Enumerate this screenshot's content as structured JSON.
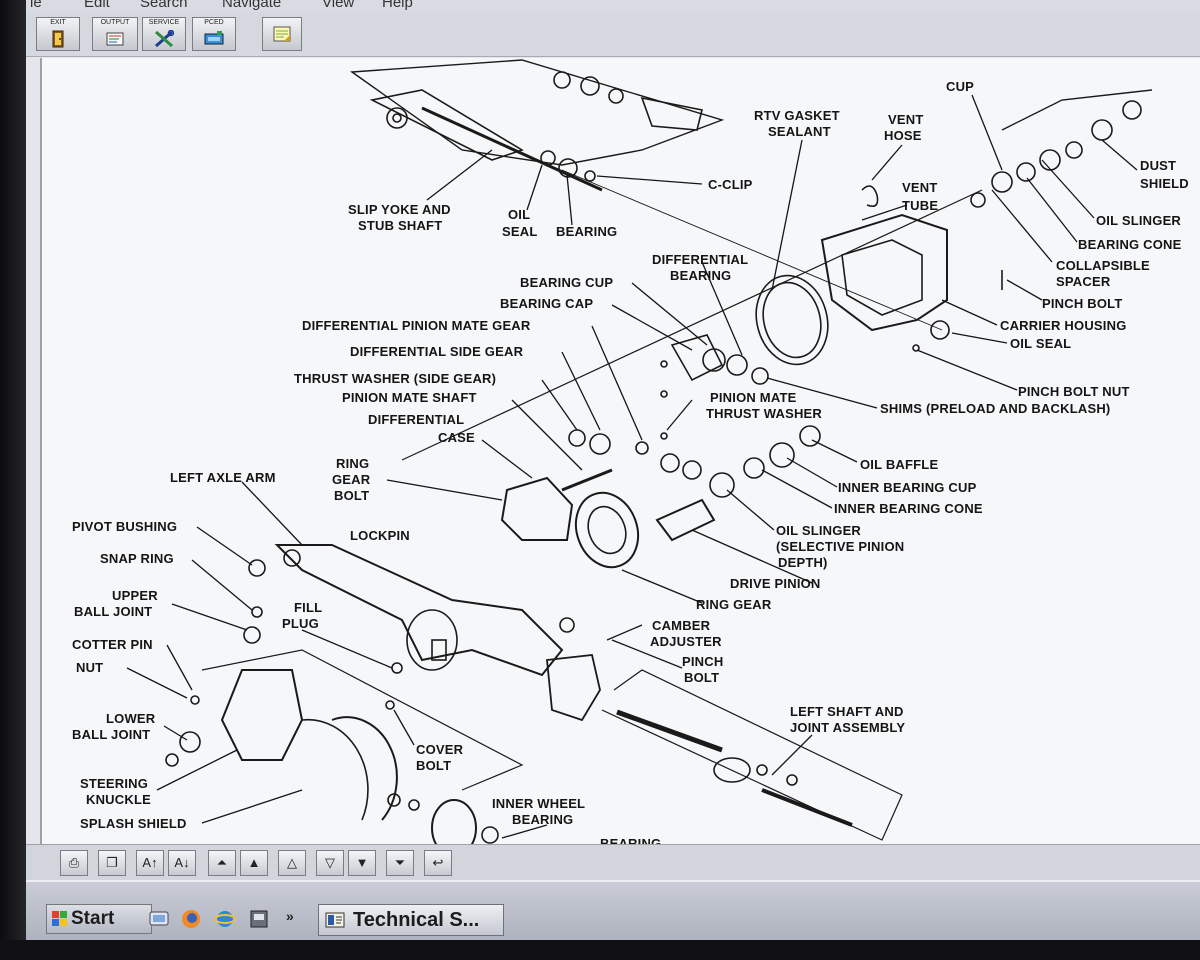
{
  "menubar": {
    "items": [
      "le",
      "Edit",
      "Search",
      "Navigate",
      "View",
      "Help"
    ]
  },
  "toolbar": {
    "buttons": [
      {
        "label": "EXIT",
        "icon": "exit-door-icon"
      },
      {
        "label": "OUTPUT",
        "icon": "output-icon"
      },
      {
        "label": "SERVICE",
        "icon": "service-tools-icon"
      },
      {
        "label": "PCED",
        "icon": "pced-icon"
      },
      {
        "label": "",
        "icon": "notes-icon"
      }
    ]
  },
  "diagram": {
    "labels": {
      "rtv_gasket_sealant": [
        "RTV GASKET",
        "SEALANT"
      ],
      "vent_hose": [
        "VENT",
        "HOSE"
      ],
      "vent_tube": [
        "VENT",
        "TUBE"
      ],
      "cup": "CUP",
      "dust_shield": [
        "DUST",
        "SHIELD"
      ],
      "oil_slinger_top": "OIL SLINGER",
      "bearing_cone_top": "BEARING CONE",
      "collapsible_spacer": [
        "COLLAPSIBLE",
        "SPACER"
      ],
      "pinch_bolt_top": "PINCH BOLT",
      "carrier_housing": "CARRIER HOUSING",
      "oil_seal_right": "OIL SEAL",
      "pinch_bolt_nut": "PINCH BOLT NUT",
      "shims": "SHIMS (PRELOAD AND BACKLASH)",
      "slip_yoke": [
        "SLIP YOKE AND",
        "STUB SHAFT"
      ],
      "oil_seal_left": [
        "OIL",
        "SEAL"
      ],
      "bearing_left": "BEARING",
      "c_clip": "C-CLIP",
      "differential_bearing": [
        "DIFFERENTIAL",
        "BEARING"
      ],
      "bearing_cup": "BEARING CUP",
      "bearing_cap": "BEARING CAP",
      "diff_pinion_mate_gear": "DIFFERENTIAL PINION MATE GEAR",
      "diff_side_gear": "DIFFERENTIAL SIDE GEAR",
      "thrust_washer_side": "THRUST WASHER (SIDE GEAR)",
      "pinion_mate_shaft": "PINION MATE SHAFT",
      "differential_case": [
        "DIFFERENTIAL",
        "CASE"
      ],
      "pinion_mate_thrust_washer": [
        "PINION MATE",
        "THRUST WASHER"
      ],
      "oil_baffle": "OIL BAFFLE",
      "inner_bearing_cup": "INNER BEARING CUP",
      "inner_bearing_cone": "INNER BEARING CONE",
      "oil_slinger_selective": [
        "OIL SLINGER",
        "(SELECTIVE PINION",
        "DEPTH)"
      ],
      "drive_pinion": "DRIVE PINION",
      "ring_gear": "RING GEAR",
      "ring_gear_bolt": [
        "RING",
        "GEAR",
        "BOLT"
      ],
      "left_axle_arm": "LEFT AXLE ARM",
      "lockpin": "LOCKPIN",
      "pivot_bushing": "PIVOT BUSHING",
      "snap_ring": "SNAP RING",
      "upper_ball_joint": [
        "UPPER",
        "BALL JOINT"
      ],
      "fill_plug": [
        "FILL",
        "PLUG"
      ],
      "cotter_pin": "COTTER PIN",
      "nut": "NUT",
      "lower_ball_joint": [
        "LOWER",
        "BALL JOINT"
      ],
      "steering_knuckle": [
        "STEERING",
        "KNUCKLE"
      ],
      "splash_shield": "SPLASH SHIELD",
      "camber_adjuster": [
        "CAMBER",
        "ADJUSTER"
      ],
      "pinch_bolt_bottom": [
        "PINCH",
        "BOLT"
      ],
      "cover_bolt": [
        "COVER",
        "BOLT"
      ],
      "left_shaft": [
        "LEFT SHAFT AND",
        "JOINT ASSEMBLY"
      ],
      "inner_wheel_bearing": [
        "INNER WHEEL",
        "BEARING"
      ],
      "bearing_partial": "BEARING"
    }
  },
  "viewer_bar": {
    "buttons": [
      {
        "name": "print-button",
        "glyph": "⎙"
      },
      {
        "name": "copy-button",
        "glyph": "❐"
      },
      {
        "name": "font-larger-button",
        "glyph": "A↑"
      },
      {
        "name": "font-smaller-button",
        "glyph": "A↓"
      },
      {
        "name": "first-page-button",
        "glyph": "⏶"
      },
      {
        "name": "page-up-fast-button",
        "glyph": "▲"
      },
      {
        "name": "page-up-button",
        "glyph": "△"
      },
      {
        "name": "page-down-button",
        "glyph": "▽"
      },
      {
        "name": "page-down-fast-button",
        "glyph": "▼"
      },
      {
        "name": "last-page-button",
        "glyph": "⏷"
      },
      {
        "name": "back-button",
        "glyph": "↩"
      }
    ]
  },
  "taskbar": {
    "start_label": "Start",
    "more_glyph": "»",
    "task_label": "Technical S..."
  },
  "colors": {
    "taskbar": "#bfc2cc",
    "diagram_background": "#f6f7f9",
    "ink": "#151515"
  }
}
